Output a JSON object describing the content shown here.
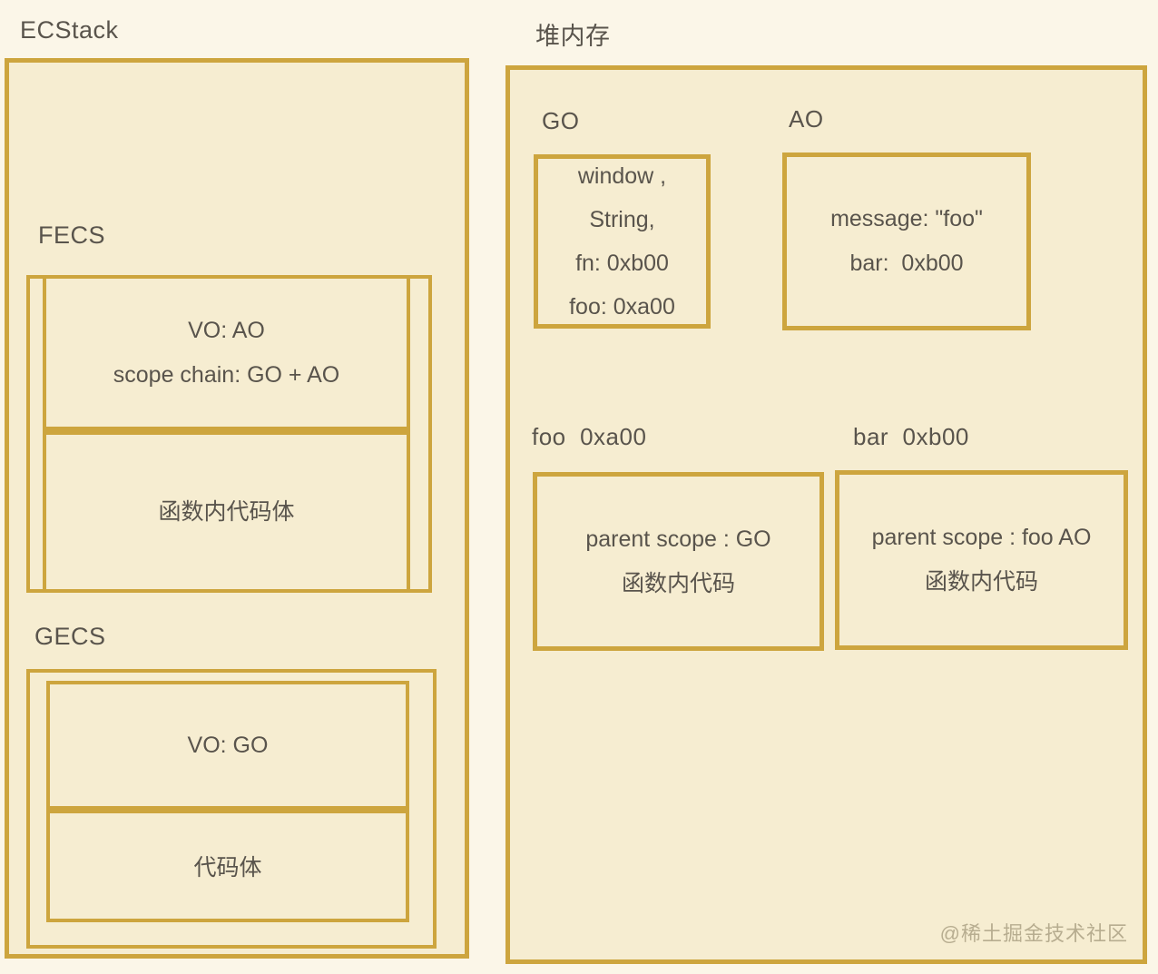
{
  "colors": {
    "background": "#fbf6e8",
    "panel_fill": "#f6edd1",
    "border_gold": "#cda53e",
    "text": "#59544c",
    "watermark": "#a89c80"
  },
  "ecstack": {
    "title": "ECStack",
    "fecs": {
      "label": "FECS",
      "vo_line": "VO: AO",
      "scope_line": "scope chain: GO + AO",
      "code_line": "函数内代码体"
    },
    "gecs": {
      "label": "GECS",
      "vo_line": "VO: GO",
      "code_line": "代码体"
    }
  },
  "heap": {
    "title": "堆内存",
    "go": {
      "label": "GO",
      "lines": [
        "window ,",
        "String,",
        "fn: 0xb00",
        "foo: 0xa00"
      ]
    },
    "ao": {
      "label": "AO",
      "lines": [
        "message: \"foo\"",
        "bar:  0xb00"
      ]
    },
    "foo": {
      "label": "foo  0xa00",
      "lines": [
        "parent scope : GO",
        "函数内代码"
      ]
    },
    "bar": {
      "label": "bar  0xb00",
      "lines": [
        "parent scope : foo AO",
        "函数内代码"
      ]
    }
  },
  "watermark": {
    "text": "@稀土掘金技术社区"
  }
}
